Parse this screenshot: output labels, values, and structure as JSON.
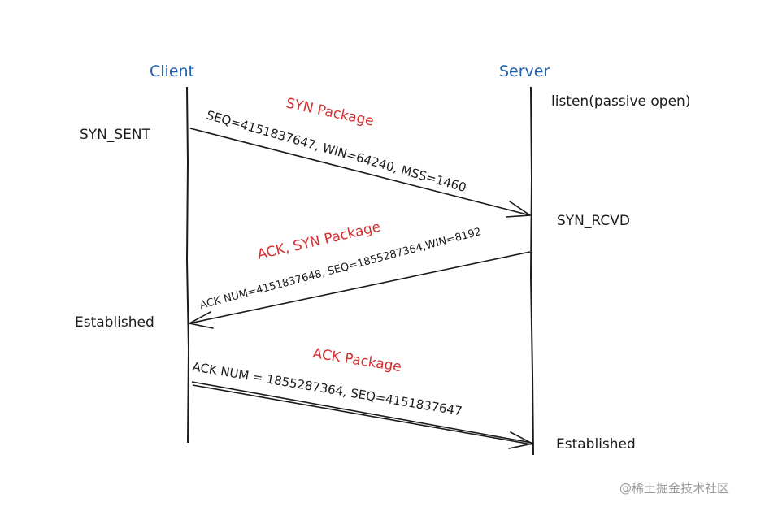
{
  "participants": {
    "client": "Client",
    "server": "Server"
  },
  "states": {
    "client_syn_sent": "SYN_SENT",
    "server_listen": "listen(passive open)",
    "server_syn_rcvd": "SYN_RCVD",
    "client_established": "Established",
    "server_established": "Established"
  },
  "messages": [
    {
      "title": "SYN Package",
      "detail": "SEQ=4151837647, WIN=64240, MSS=1460"
    },
    {
      "title": "ACK, SYN Package",
      "detail": "ACK NUM=4151837648, SEQ=1855287364,WIN=8192"
    },
    {
      "title": "ACK Package",
      "detail": "ACK NUM = 1855287364, SEQ=4151837647"
    }
  ],
  "watermark": "@稀土掘金技术社区"
}
